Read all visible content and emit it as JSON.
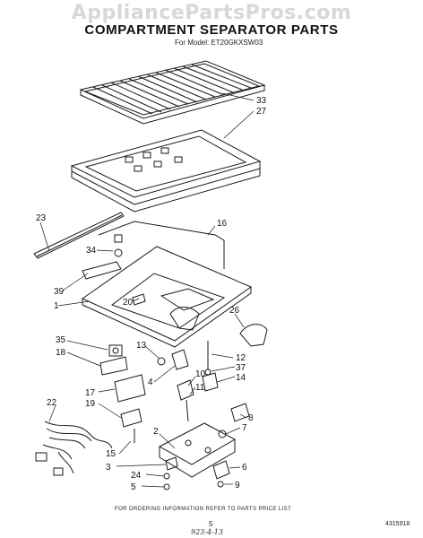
{
  "watermark": "AppliancePartsPros.com",
  "title": "COMPARTMENT SEPARATOR PARTS",
  "subtitle": "For Model: ET20GKXSW03",
  "callouts": [
    "33",
    "27",
    "23",
    "16",
    "34",
    "39",
    "20",
    "1",
    "26",
    "35",
    "18",
    "13",
    "12",
    "37",
    "14",
    "10",
    "11",
    "4",
    "17",
    "19",
    "22",
    "8",
    "7",
    "2",
    "15",
    "3",
    "24",
    "5",
    "6",
    "9"
  ],
  "footer_note": "FOR ORDERING INFORMATION REFER TO PARTS PRICE LIST",
  "page_number": "5",
  "doc_number": "4315918",
  "handwritten_code": "923-4-13"
}
